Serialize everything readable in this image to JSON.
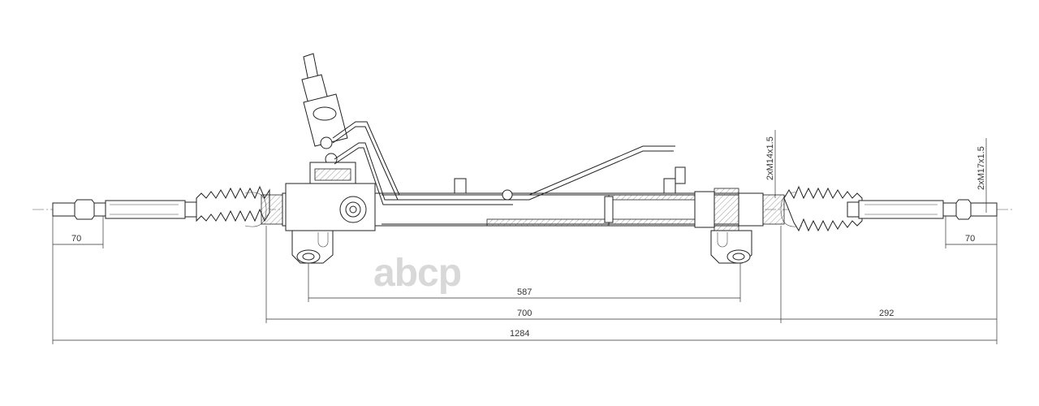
{
  "drawing": {
    "dimensions": {
      "left_rod_end": "70",
      "right_rod_end": "70",
      "mount_spacing": "587",
      "boot_to_boot": "700",
      "right_extension": "292",
      "overall_length": "1284"
    },
    "thread_labels": {
      "inner": "2xM14x1.5",
      "outer": "2xM17x1.5"
    },
    "watermark": "abcp"
  }
}
